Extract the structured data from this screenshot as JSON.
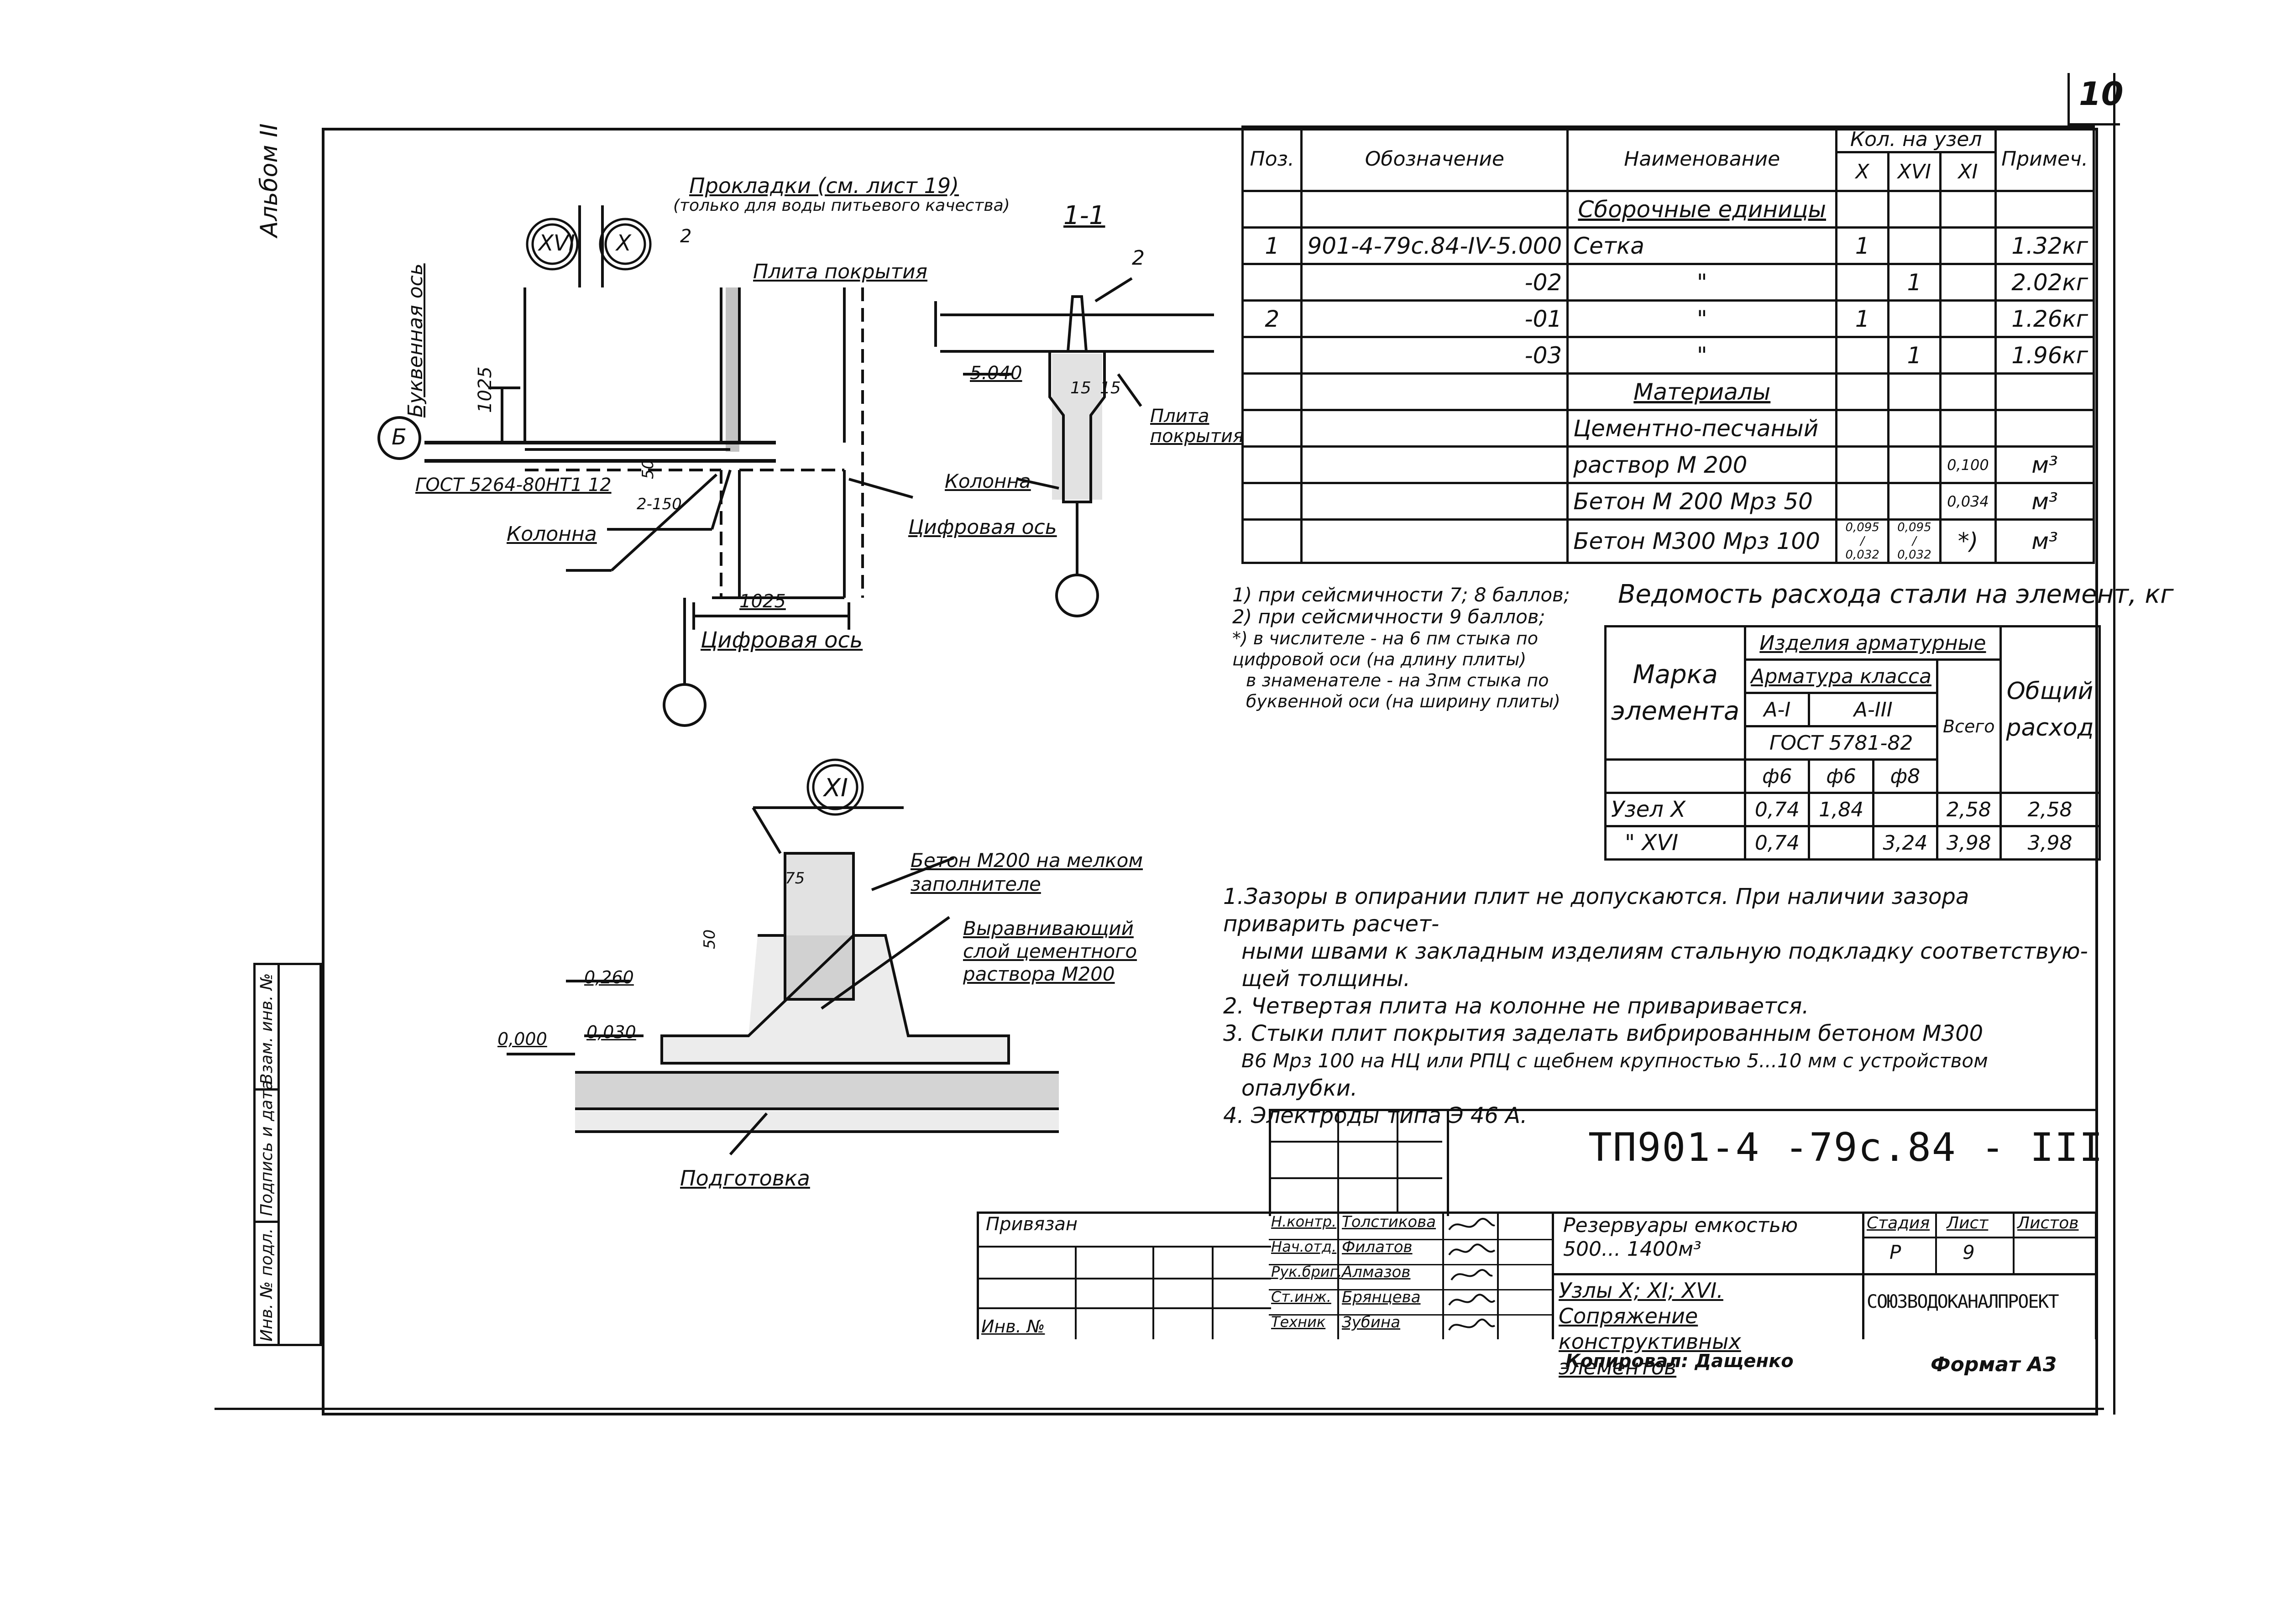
{
  "sheet": {
    "page_number": "10",
    "album_label": "Альбом II",
    "designation": "ТП901-4 -79с.84 - III",
    "copied_by": "Копировал: Дащенко",
    "format": "Формат А3"
  },
  "left_strip": {
    "items": [
      "Инв. № подл.",
      "Подпись и дата",
      "Взам. инв. №"
    ]
  },
  "detail_plan": {
    "callout_pads": "Прокладки (см. лист 19)",
    "callout_pads_note": "(только для воды питьевого качества)",
    "node_xvi": "XVI",
    "node_x": "X",
    "leader_2": "2",
    "label_slab": "Плита покрытия",
    "label_letter_axis": "Буквенная ось",
    "dim_1025_v": "1025",
    "axis_b": "Б",
    "label_gost": "ГОСТ 5264-80НТ1 12",
    "dim_50": "50",
    "dim_2150": "2-150",
    "label_column": "Колонна",
    "dim_1025_h": "1025",
    "label_digit_axis": "Цифровая ось"
  },
  "section_1_1": {
    "title": "1-1",
    "leader_2": "2",
    "elev": "5.040",
    "dim_15a": "15",
    "dim_15b": "15",
    "label_slab": "Плита покрытия",
    "label_column": "Колонна",
    "label_digit_axis": "Цифровая ось"
  },
  "detail_xi": {
    "node": "XI",
    "label_concrete": "Бетон М200 на мелком заполнителе",
    "label_leveling": "Выравнивающий слой цементного раствора М200",
    "dim_75": "75",
    "dim_50": "50",
    "elev_0260": "0,260",
    "elev_0030": "0,030",
    "elev_0000": "0,000",
    "label_base": "Подготовка"
  },
  "spec_table": {
    "headers": {
      "pos": "Поз.",
      "designation": "Обозначение",
      "name": "Наименование",
      "qty": "Кол. на узел",
      "qty_x": "X",
      "qty_xvi": "XVI",
      "qty_xi": "XI",
      "note": "Примеч."
    },
    "section_units": "Сборочные единицы",
    "section_materials": "Материалы",
    "rows": [
      {
        "pos": "1",
        "designation": "901-4-79с.84-IV-5.000",
        "name": "Сетка",
        "x": "1",
        "xvi": "",
        "xi": "",
        "note": "1.32кг"
      },
      {
        "pos": "",
        "designation": "-02",
        "name": "\"",
        "x": "",
        "xvi": "1",
        "xi": "",
        "note": "2.02кг"
      },
      {
        "pos": "2",
        "designation": "-01",
        "name": "\"",
        "x": "1",
        "xvi": "",
        "xi": "",
        "note": "1.26кг"
      },
      {
        "pos": "",
        "designation": "-03",
        "name": "\"",
        "x": "",
        "xvi": "1",
        "xi": "",
        "note": "1.96кг"
      }
    ],
    "materials": [
      {
        "name": "Цементно-песчаный",
        "x": "",
        "xvi": "",
        "xi": "",
        "note": ""
      },
      {
        "name": "раствор М 200",
        "x": "",
        "xvi": "",
        "xi": "0,100",
        "note": "м³"
      },
      {
        "name": "Бетон М 200 Мрз 50",
        "x": "",
        "xvi": "",
        "xi": "0,034",
        "note": "м³"
      },
      {
        "name": "Бетон М300 Мрз 100",
        "x": "0,095 / 0,032",
        "xvi": "0,095 / 0,032",
        "xi": "*)",
        "note": "м³"
      }
    ]
  },
  "footnotes": [
    "1) при сейсмичности 7; 8 баллов;",
    "2) при сейсмичности 9 баллов;",
    "*) в числителе - на 6 пм стыка по цифровой оси (на длину плиты)",
    "в знаменателе - на 3пм стыка по буквенной оси (на ширину плиты)"
  ],
  "steel_table": {
    "title": "Ведомость расхода стали на элемент, кг",
    "h_mark": "Марка элемента",
    "h_items": "Изделия арматурные",
    "h_rebar_class": "Арматура класса",
    "h_a1": "А-I",
    "h_a3": "А-III",
    "h_gost": "ГОСТ 5781-82",
    "h_d1": "ф6",
    "h_d2": "ф6",
    "h_d3": "ф8",
    "h_total": "Всего",
    "h_overall": "Общий расход",
    "rows": [
      {
        "mark": "Узел X",
        "d1": "0,74",
        "d2": "1,84",
        "d3": "",
        "total": "2,58",
        "overall": "2,58"
      },
      {
        "mark": "\" XVI",
        "d1": "0,74",
        "d2": "",
        "d3": "3,24",
        "total": "3,98",
        "overall": "3,98"
      }
    ]
  },
  "notes": [
    "1.Зазоры в опирании плит не допускаются. При наличии зазора приварить расчет-",
    "ными швами к закладным изделиям стальную подкладку соответствую-",
    "щей толщины.",
    "2. Четвертая плита на колонне не приваривается.",
    "3. Стыки плит покрытия заделать вибрированным бетоном М300",
    "В6  Мрз 100 на НЦ или РПЦ с щебнем крупностью 5...10 мм  с устройством",
    "опалубки.",
    "4. Электроды типа Э 46 А."
  ],
  "title_block": {
    "bound_label": "Привязан",
    "inv_label": "Инв. №",
    "people": [
      {
        "role": "Н.контр.",
        "name": "Толстикова"
      },
      {
        "role": "Нач.отд.",
        "name": "Филатов"
      },
      {
        "role": "Рук.бриг.",
        "name": "Алмазов"
      },
      {
        "role": "Ст.инж.",
        "name": "Брянцева"
      },
      {
        "role": "Техник",
        "name": "Зубина"
      }
    ],
    "project_title": "Резервуары емкостью 500... 1400м³",
    "sheet_title": "Узлы X; XI; XVI. Сопряжение конструктивных элементов",
    "stage_label": "Стадия",
    "sheet_label": "Лист",
    "sheets_label": "Листов",
    "stage": "Р",
    "sheet": "9",
    "sheets": "",
    "organization": "СОЮЗВОДОКАНАЛПРОЕКТ"
  }
}
